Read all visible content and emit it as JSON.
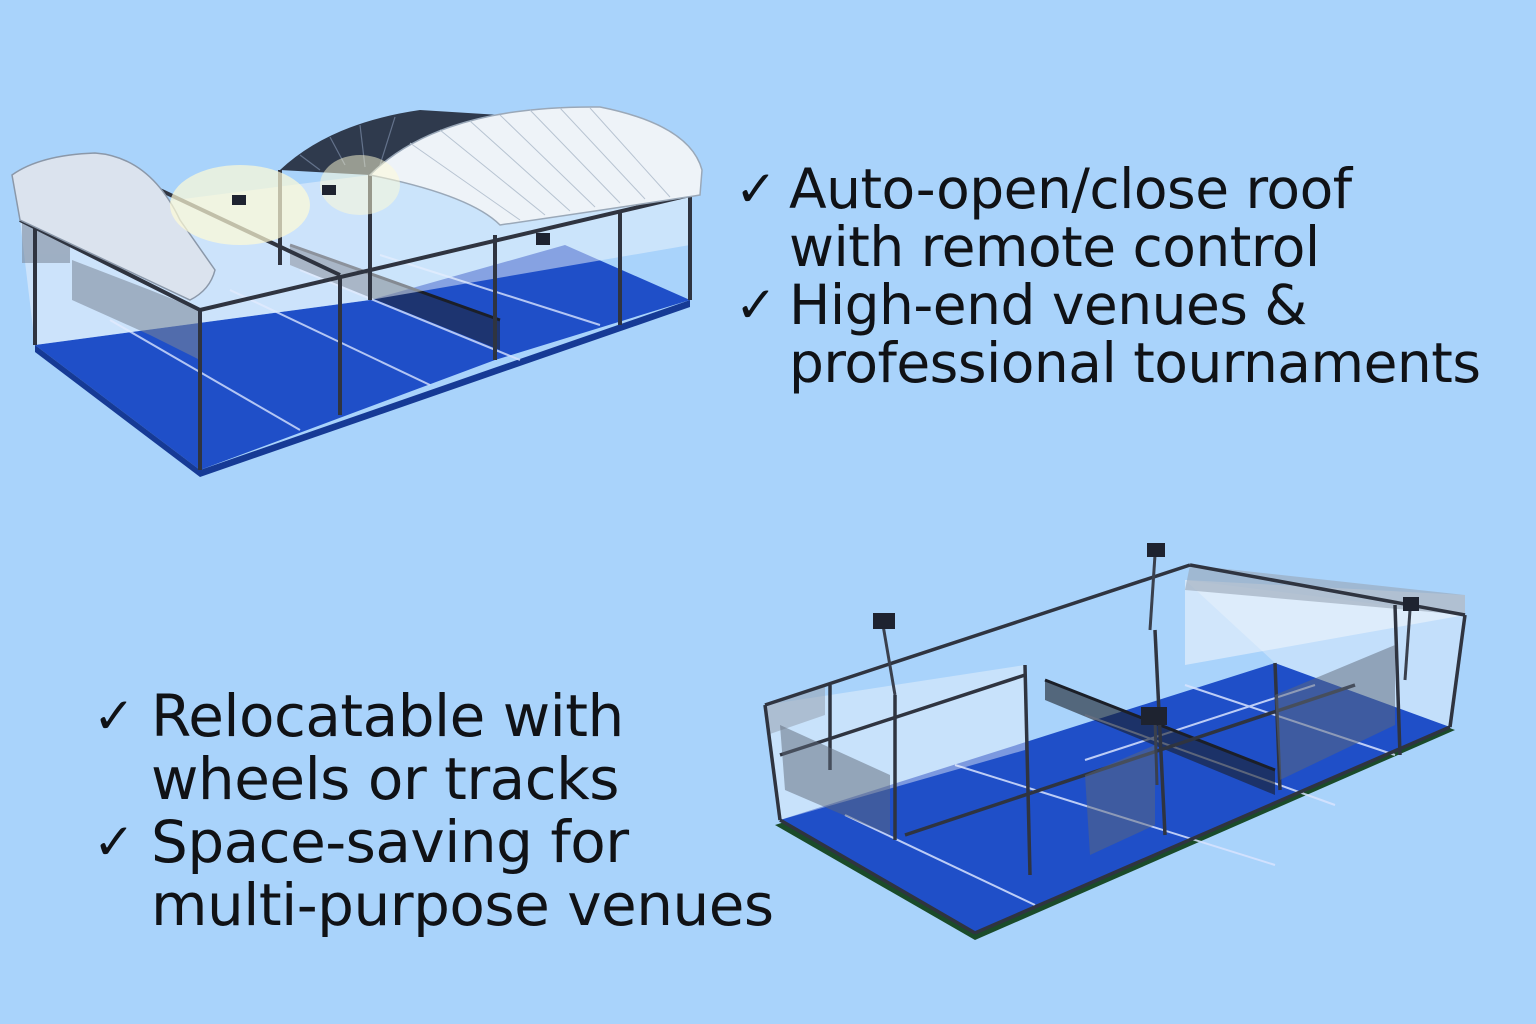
{
  "features_top": [
    {
      "lines": [
        "Auto-open/close roof",
        "with remote control"
      ]
    },
    {
      "lines": [
        "High-end venues &",
        "professional tournaments"
      ]
    }
  ],
  "features_bottom": [
    {
      "lines": [
        "Relocatable with",
        "wheels or tracks"
      ]
    },
    {
      "lines": [
        "Space-saving for",
        "multi-purpose venues"
      ]
    }
  ],
  "check_glyph": "✓",
  "colors": {
    "background": "#a9d3fb",
    "court_surface": "#1f4fc8",
    "frame": "#2f3440",
    "roof": "#e6edf5",
    "text": "#101216"
  },
  "illustrations": {
    "top": "retractable-roof-padel-court",
    "bottom": "open-air-panoramic-padel-court"
  }
}
